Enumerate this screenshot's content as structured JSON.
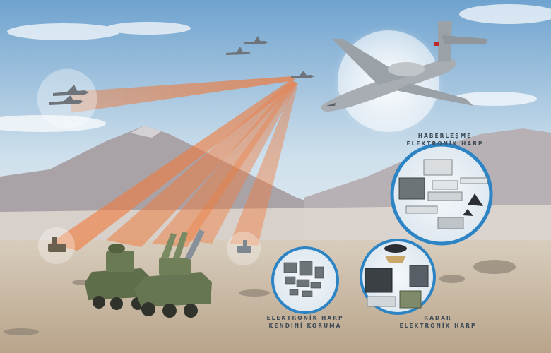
{
  "labels": {
    "communication_ew": {
      "line1": "HABERLEŞME",
      "line2": "ELEKTRONİK HARP"
    },
    "self_protection_ew": {
      "line1": "ELEKTRONİK HARP",
      "line2": "KENDİNİ KORUMA"
    },
    "radar_ew": {
      "line1": "RADAR",
      "line2": "ELEKTRONİK HARP"
    }
  },
  "colors": {
    "sky_top": "#6fa3cf",
    "sky_bottom": "#f3f6f8",
    "beam": "#f07a3a",
    "ground": "#c9b9a4",
    "mountain": "#a9a3a8",
    "vehicle": "#5f6e4a",
    "aircraft": "#a7adb2",
    "circle_ring": "#2d84c4"
  },
  "icons": [
    "aircraft-icon",
    "fighter-jet-icon",
    "armored-vehicle-icon",
    "equipment-unit-icon"
  ]
}
